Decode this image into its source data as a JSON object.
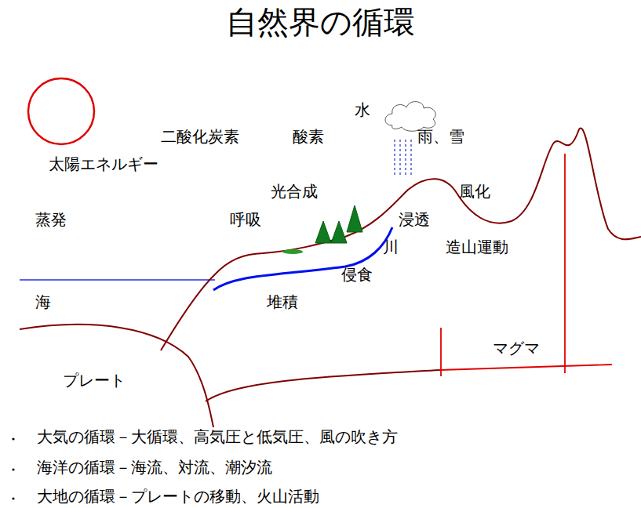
{
  "diagram": {
    "title": "自然界の循環",
    "labels": [
      "水",
      "二酸化炭素",
      "酸素",
      "雨、雪",
      "太陽エネルギー",
      "光合成",
      "風化",
      "蒸発",
      "呼吸",
      "浸透",
      "川",
      "造山運動",
      "侵食",
      "海",
      "堆積",
      "マグマ",
      "プレート",
      "大気の循環－大循環、高気圧と低気圧、風の吹き方",
      "海洋の循環－海流、対流、潮汐流",
      "大地の循環－プレートの移動、火山活動"
    ]
  }
}
